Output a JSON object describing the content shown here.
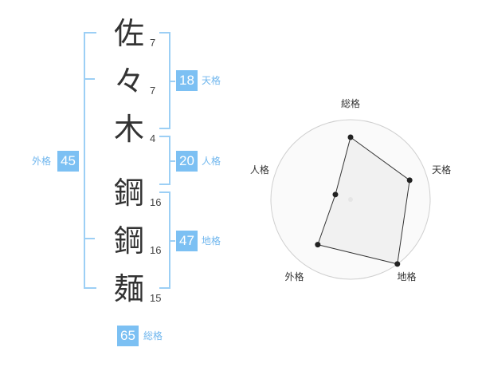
{
  "name": {
    "chars": [
      {
        "char": "佐",
        "strokes": "7"
      },
      {
        "char": "々",
        "strokes": "7"
      },
      {
        "char": "木",
        "strokes": "4"
      },
      {
        "char": "鋼",
        "strokes": "16"
      },
      {
        "char": "鋼",
        "strokes": "16"
      },
      {
        "char": "麺",
        "strokes": "15"
      }
    ]
  },
  "fortunes": {
    "tenkaku": {
      "value": "18",
      "label": "天格"
    },
    "jinkaku": {
      "value": "20",
      "label": "人格"
    },
    "chikaku": {
      "value": "47",
      "label": "地格"
    },
    "gaikaku": {
      "value": "45",
      "label": "外格"
    },
    "soukaku": {
      "value": "65",
      "label": "総格"
    }
  },
  "colors": {
    "accent": "#7cc0f3",
    "bracket": "#9ccff5",
    "radar_fill": "#eeeeee",
    "radar_line": "#333333"
  },
  "chart_data": {
    "type": "radar",
    "axes": [
      "総格",
      "天格",
      "地格",
      "外格",
      "人格"
    ],
    "values": [
      0.78,
      0.78,
      1.0,
      0.7,
      0.2
    ],
    "scale": {
      "min": 0,
      "max": 1
    },
    "rings": 5
  }
}
